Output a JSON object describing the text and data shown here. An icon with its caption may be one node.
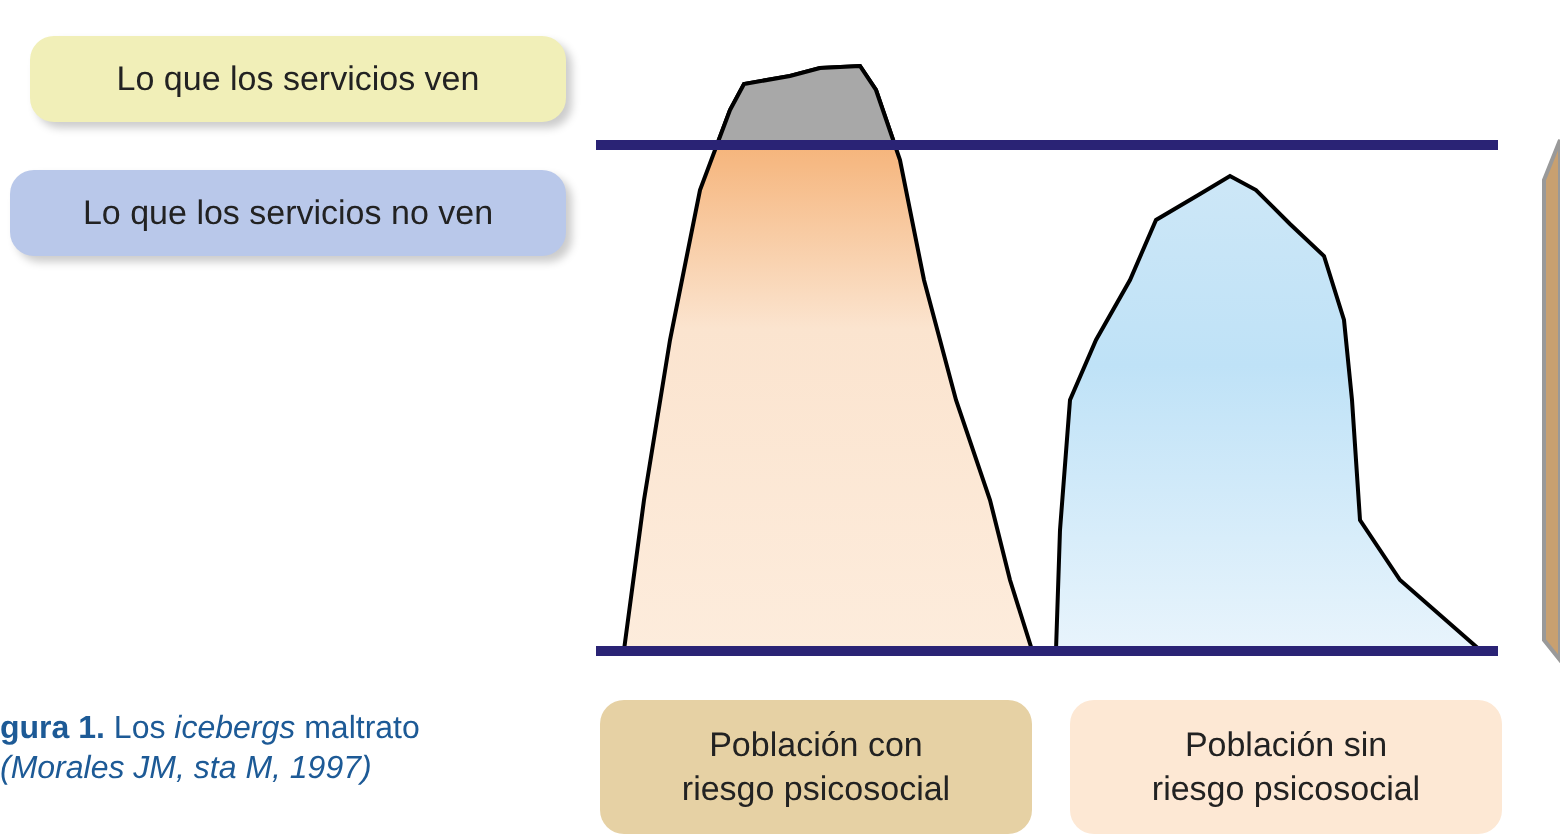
{
  "diagram": {
    "caption": "**gura 1.** Los *icebergs* maltrato *(Morales JM, sta M, 1997)*",
    "nodes": [
      {
        "text": [
          "Lo que los servicios ven"
        ]
      },
      {
        "text": [
          "Lo que los servicios no ven"
        ]
      },
      {
        "text": [
          "Población con riesgo psicosocial"
        ]
      },
      {
        "text": [
          "Población sin riesgo psicosocial"
        ]
      }
    ],
    "edges": []
  }
}
